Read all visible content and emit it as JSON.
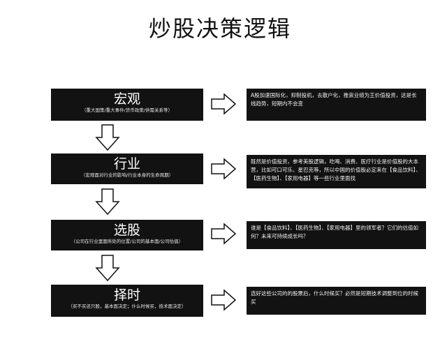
{
  "title": "炒股决策逻辑",
  "stages": [
    {
      "label": "宏观",
      "sub": "（重大国策/重大事件/货币政策/供需关系等）",
      "description": "A股加速国际化，抑制投机，去散户化，推崇业绩为王价值投资，这是长线趋势，短期内不会变"
    },
    {
      "label": "行业",
      "sub": "（宏观面对行业的影响/行业本身的生命周期）",
      "description": "既然是价值投资，参考美股逻辑，吃喝、消费、医疗行业是价值股的大本营，比如可口可乐、星巴克等，所以中国的价值股必定来在【食品饮料】、【医药生物】、【家用电器】等一些行业里面找"
    },
    {
      "label": "选股",
      "sub": "（公司在行业里面所处的位置/公司的基本面/公司估值）",
      "description": "谁是【食品饮料】、【医药生物】、【家用电器】里的领军者？它们的估值如何？未来可持续成长吗？"
    },
    {
      "label": "择时",
      "sub": "（买不买还只股，基本面决定；什么时候买，技术面决定）",
      "description": "选好这些公司的的股票后，什么时候买？必然是短期技术调整到位的时候买"
    }
  ]
}
